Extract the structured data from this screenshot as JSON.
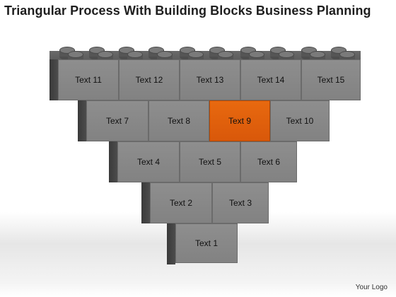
{
  "title": "Triangular Process With Building Blocks Business Planning",
  "blocks": {
    "b1": "Text 1",
    "b2": "Text 2",
    "b3": "Text 3",
    "b4": "Text 4",
    "b5": "Text 5",
    "b6": "Text 6",
    "b7": "Text 7",
    "b8": "Text 8",
    "b9": "Text 9",
    "b10": "Text 10",
    "b11": "Text 11",
    "b12": "Text 12",
    "b13": "Text 13",
    "b14": "Text 14",
    "b15": "Text 15"
  },
  "highlight_block": "b9",
  "colors": {
    "block": "#888888",
    "highlight": "#e2600c",
    "side": "#444444"
  },
  "footer": {
    "logo": "Your Logo"
  }
}
